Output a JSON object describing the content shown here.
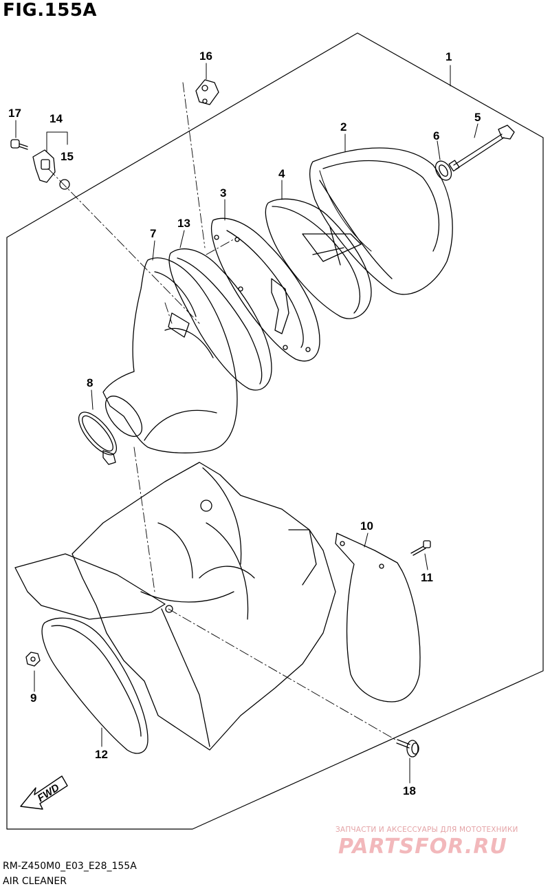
{
  "figure": {
    "title": "FIG.155A",
    "code": "RM-Z450M0_E03_E28_155A",
    "name": "AIR CLEANER",
    "fwd_label": "FWD"
  },
  "callouts": [
    "1",
    "2",
    "3",
    "4",
    "5",
    "6",
    "7",
    "8",
    "9",
    "10",
    "11",
    "12",
    "13",
    "14",
    "15",
    "16",
    "17",
    "18"
  ],
  "watermark": {
    "tagline": "ЗАПЧАСТИ И АКСЕССУАРЫ ДЛЯ МОТОТЕХНИКИ",
    "logo": "PARTSFOR.RU"
  }
}
